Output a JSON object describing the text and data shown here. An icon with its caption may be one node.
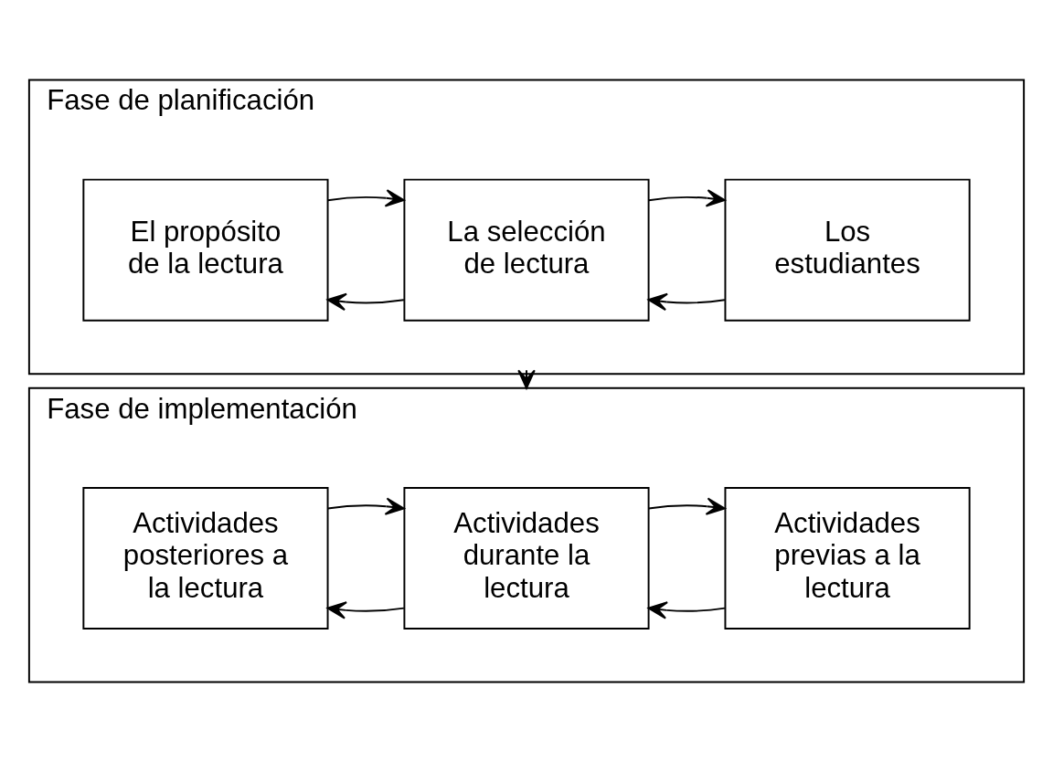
{
  "diagram": {
    "nodes": [
      {
        "text": [
          "Fase de planificación"
        ]
      },
      {
        "text": [
          "Los estudiantes"
        ],
        "in": 0
      },
      {
        "text": [
          "La selección de lectura"
        ],
        "in": 0
      },
      {
        "text": [
          "El propósito de la lectura"
        ],
        "in": 0
      },
      {
        "text": [
          "Fase de implementación"
        ]
      },
      {
        "text": [
          "Actividades previas a la lectura"
        ],
        "in": 4
      },
      {
        "text": [
          "Actividades durante la lectura"
        ],
        "in": 4
      },
      {
        "text": [
          "Actividades posteriores a la lectura"
        ],
        "in": 4
      }
    ],
    "edges": [
      {
        "from": 1,
        "to": 2,
        "arrow": "to"
      },
      {
        "from": 2,
        "to": 1,
        "arrow": "to"
      },
      {
        "from": 2,
        "to": 3,
        "arrow": "to"
      },
      {
        "from": 3,
        "to": 2,
        "arrow": "to"
      },
      {
        "from": 0,
        "to": 4,
        "arrow": "to"
      },
      {
        "from": 5,
        "to": 6,
        "arrow": "to"
      },
      {
        "from": 6,
        "to": 5,
        "arrow": "to"
      },
      {
        "from": 6,
        "to": 7,
        "arrow": "to"
      },
      {
        "from": 7,
        "to": 6,
        "arrow": "to"
      }
    ]
  }
}
